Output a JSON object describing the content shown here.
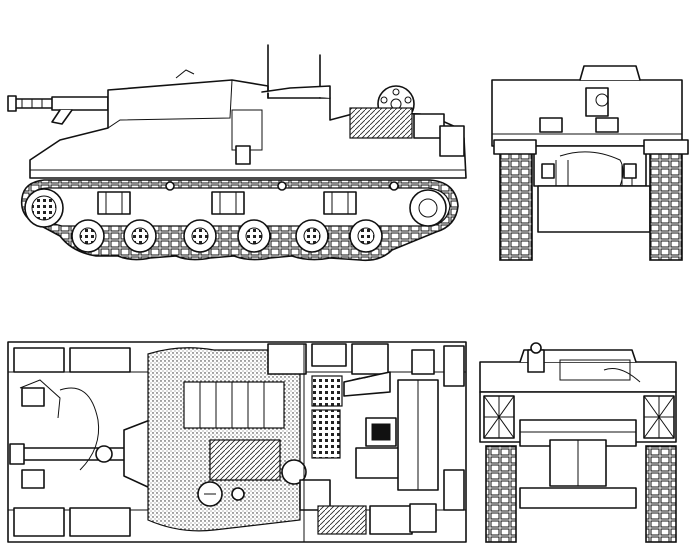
{
  "drawing": {
    "views": [
      {
        "id": "side",
        "label": ""
      },
      {
        "id": "rear",
        "label": ""
      },
      {
        "id": "top",
        "label": ""
      },
      {
        "id": "front",
        "label": ""
      }
    ]
  }
}
